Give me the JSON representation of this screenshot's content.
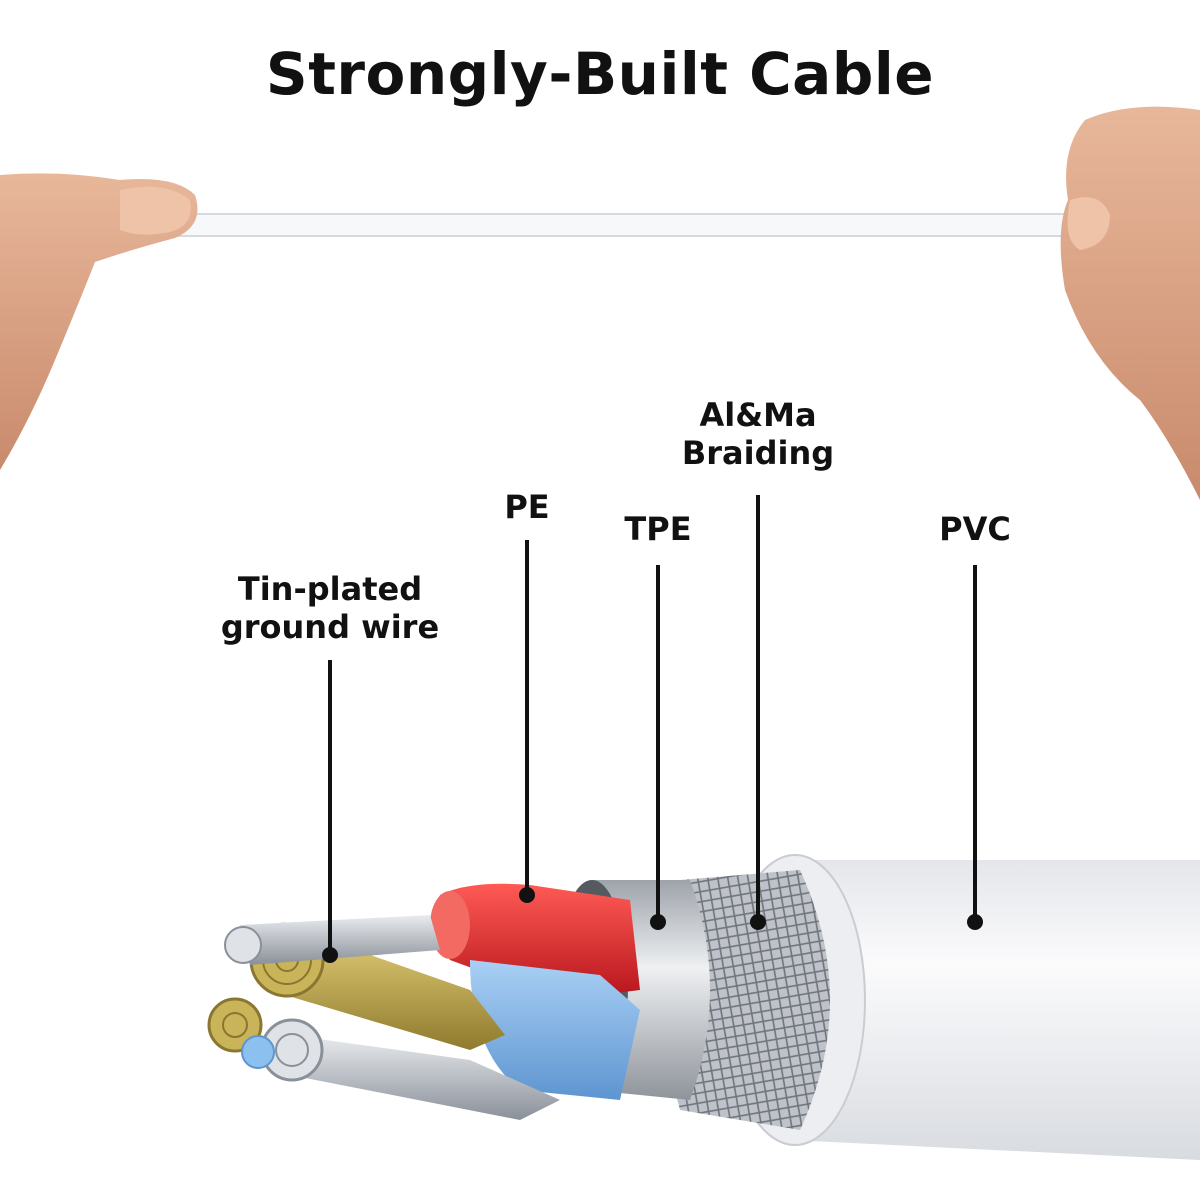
{
  "title": "Strongly-Built Cable",
  "callouts": {
    "ground_wire": {
      "line1": "Tin-plated",
      "line2": "ground wire"
    },
    "pe": "PE",
    "tpe": "TPE",
    "braiding": {
      "line1": "Al&Ma",
      "line2": "Braiding"
    },
    "pvc": "PVC"
  },
  "colors": {
    "pe_insulation": "#e0242a",
    "tpe_insulation": "#7fb3e8",
    "jacket": "#f4f5f7",
    "tinned_copper": "#c9b45a",
    "shield": "#c8cbd0"
  }
}
